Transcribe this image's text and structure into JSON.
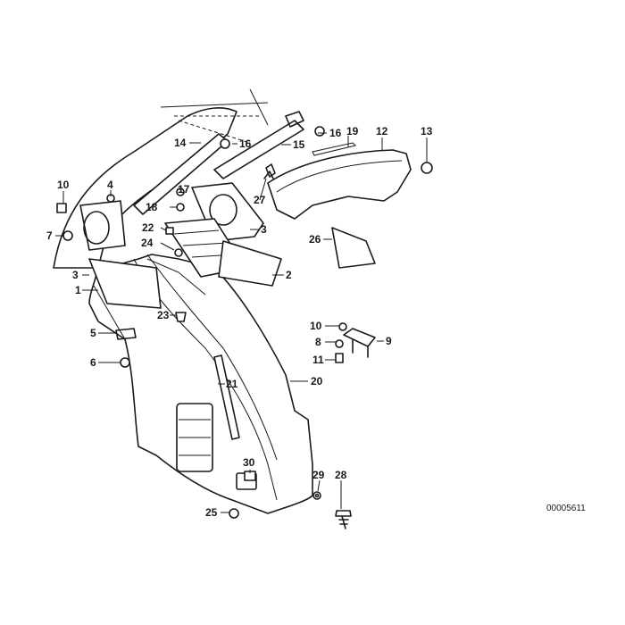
{
  "diagram_ref": "00005611",
  "callouts": [
    {
      "label": "1"
    },
    {
      "label": "2"
    },
    {
      "label": "3"
    },
    {
      "label": "3"
    },
    {
      "label": "4"
    },
    {
      "label": "5"
    },
    {
      "label": "6"
    },
    {
      "label": "7"
    },
    {
      "label": "8"
    },
    {
      "label": "9"
    },
    {
      "label": "10"
    },
    {
      "label": "10"
    },
    {
      "label": "11"
    },
    {
      "label": "12"
    },
    {
      "label": "13"
    },
    {
      "label": "14"
    },
    {
      "label": "15"
    },
    {
      "label": "16"
    },
    {
      "label": "16"
    },
    {
      "label": "17"
    },
    {
      "label": "18"
    },
    {
      "label": "19"
    },
    {
      "label": "20"
    },
    {
      "label": "21"
    },
    {
      "label": "22"
    },
    {
      "label": "23"
    },
    {
      "label": "24"
    },
    {
      "label": "25"
    },
    {
      "label": "26"
    },
    {
      "label": "27"
    },
    {
      "label": "28"
    },
    {
      "label": "29"
    },
    {
      "label": "30"
    }
  ]
}
